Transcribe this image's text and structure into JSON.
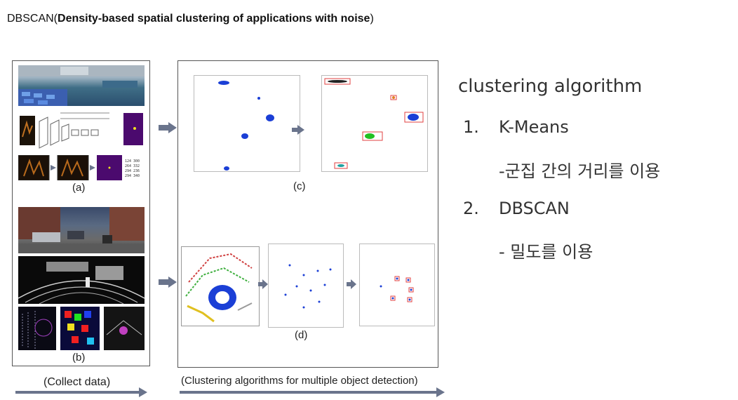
{
  "title": {
    "prefix": "DBSCAN(",
    "bold": "Density-based spatial clustering of applications with noise",
    "suffix": ")"
  },
  "figure": {
    "label_a": "(a)",
    "label_b": "(b)",
    "label_c": "(c)",
    "label_d": "(d)",
    "caption_left": "(Collect data)",
    "caption_right": "(Clustering algorithms for multiple object detection)"
  },
  "outline": {
    "heading": "clustering algorithm",
    "items": [
      {
        "number": "1.",
        "name": "K-Means",
        "desc": "-군집 간의 거리를 이용"
      },
      {
        "number": "2.",
        "name": "DBSCAN",
        "desc": "- 밀도를 이용"
      }
    ]
  },
  "colors": {
    "arrow": "#6a748c",
    "cluster_blue": "#1b3fd6",
    "cluster_green": "#22c022",
    "box_red": "#e04040",
    "heatmap_purple": "#4b0a6e"
  }
}
